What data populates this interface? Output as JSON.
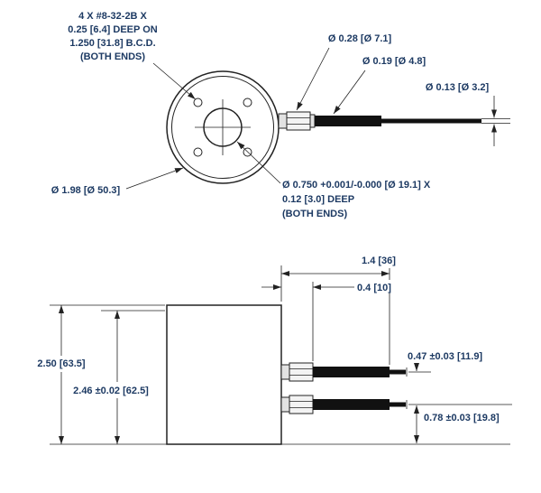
{
  "drawing": {
    "front_view": {
      "bolt_callout": {
        "line1": "4 X #8-32-2B X",
        "line2": "0.25 [6.4] DEEP ON",
        "line3": "1.250 [31.8] B.C.D.",
        "line4": "(BOTH ENDS)"
      },
      "connector_diameter": "Ø 0.28 [Ø 7.1]",
      "cable_diameter": "Ø 0.19 [Ø 4.8]",
      "wire_diameter": "Ø 0.13 [Ø 3.2]",
      "body_diameter": "Ø 1.98 [Ø 50.3]",
      "bore_callout": {
        "line1": "Ø 0.750 +0.001/-0.000 [Ø 19.1] X",
        "line2": "0.12 [3.0] DEEP",
        "line3": "(BOTH ENDS)"
      }
    },
    "side_view": {
      "cable_length": "1.4 [36]",
      "connector_length": "0.4 [10]",
      "overall_height": "2.50 [63.5]",
      "body_height": "2.46 ±0.02 [62.5]",
      "cable_spacing": "0.47 ±0.03 [11.9]",
      "lower_cable_height": "0.78 ±0.03 [19.8]"
    },
    "colors": {
      "line": "#222222",
      "text": "#1d3a63",
      "cable_fill": "#111111",
      "background": "#ffffff"
    }
  }
}
